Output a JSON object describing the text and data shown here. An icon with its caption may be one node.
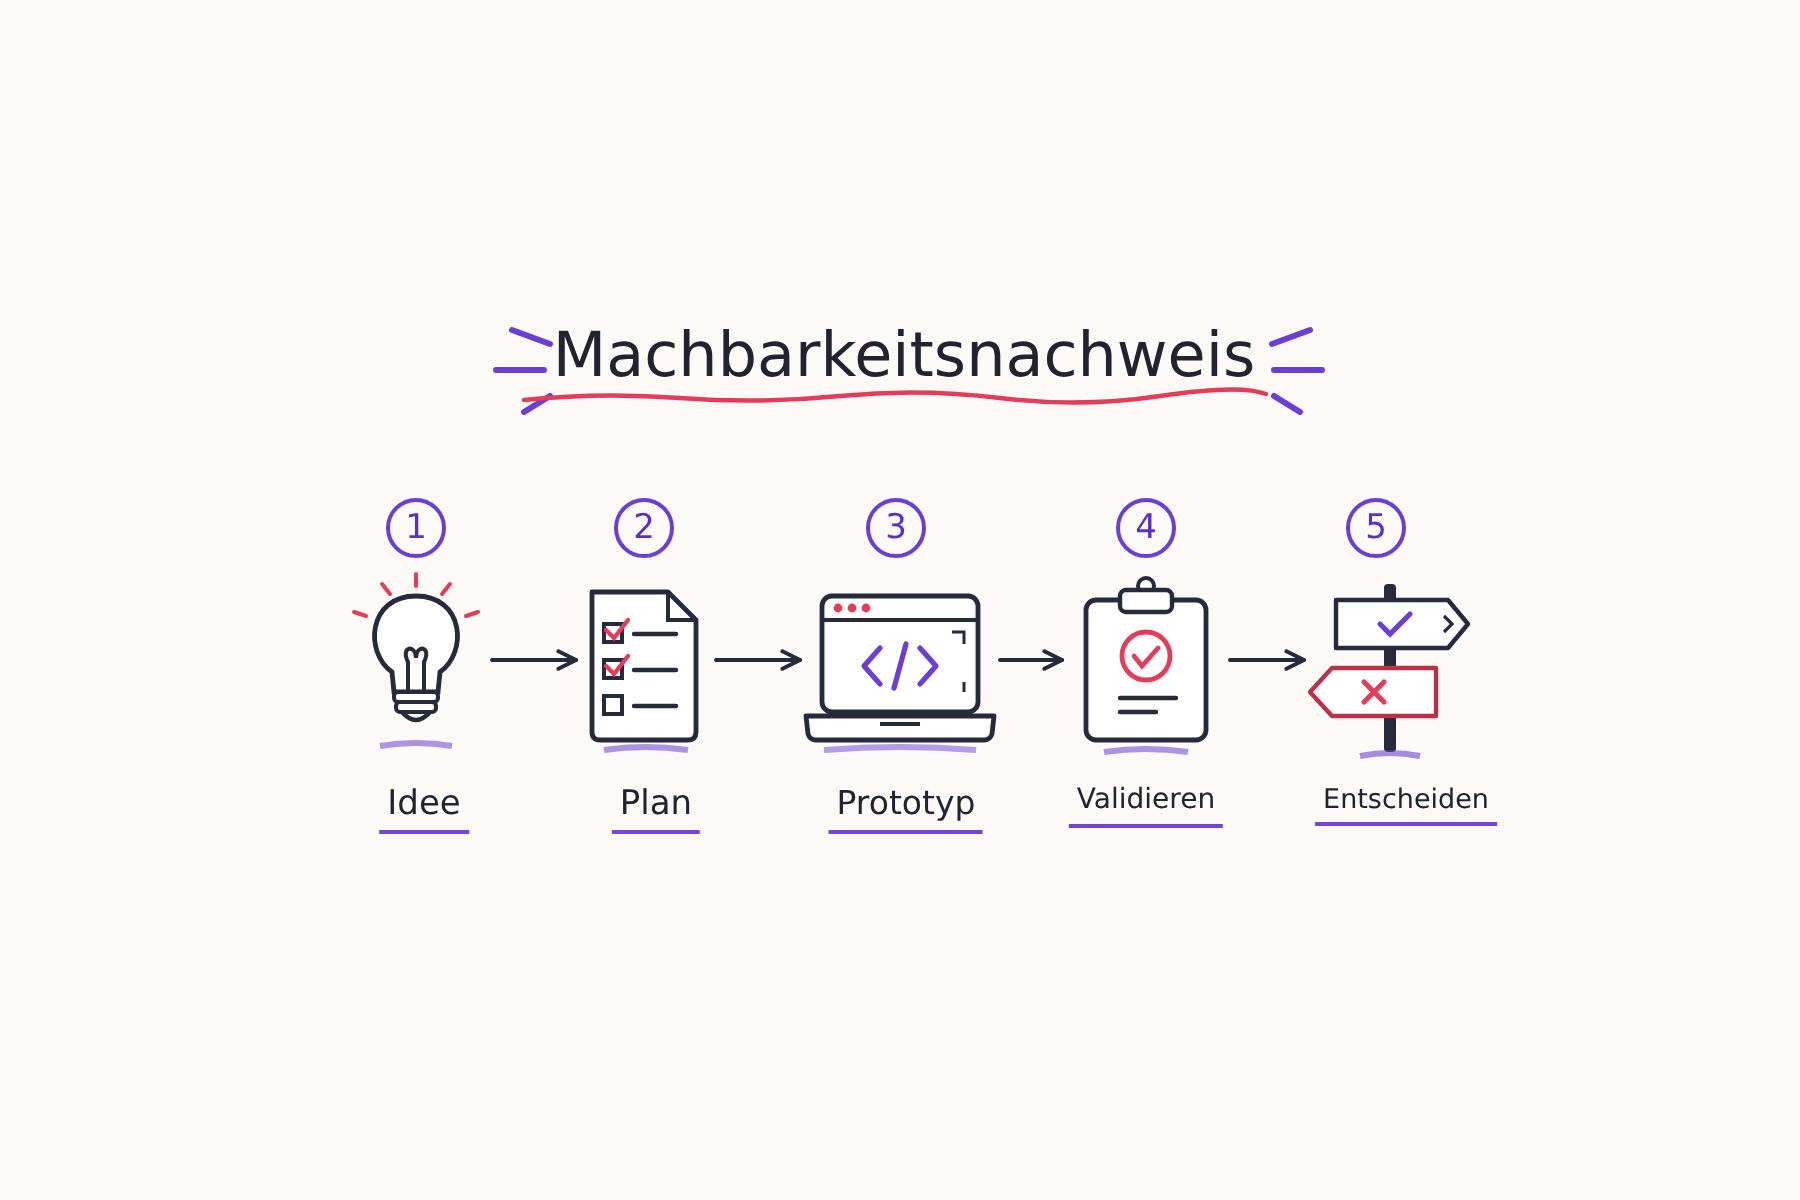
{
  "diagram": {
    "title": "Machbarkeitsnachweis",
    "nodes": [
      {
        "text": [
          "Idee"
        ],
        "beside": [
          "1"
        ]
      },
      {
        "text": [
          "Plan"
        ],
        "beside": [
          "2"
        ]
      },
      {
        "text": [
          "Prototyp"
        ],
        "beside": [
          "3"
        ]
      },
      {
        "text": [
          "Validieren"
        ],
        "beside": [
          "4"
        ]
      },
      {
        "text": [
          "Entscheiden"
        ],
        "beside": [
          "5"
        ]
      }
    ],
    "edges": [
      {
        "from": 0,
        "to": 1,
        "arrow": "to"
      },
      {
        "from": 1,
        "to": 2,
        "arrow": "to"
      },
      {
        "from": 2,
        "to": 3,
        "arrow": "to"
      },
      {
        "from": 3,
        "to": 4,
        "arrow": "to"
      }
    ]
  }
}
